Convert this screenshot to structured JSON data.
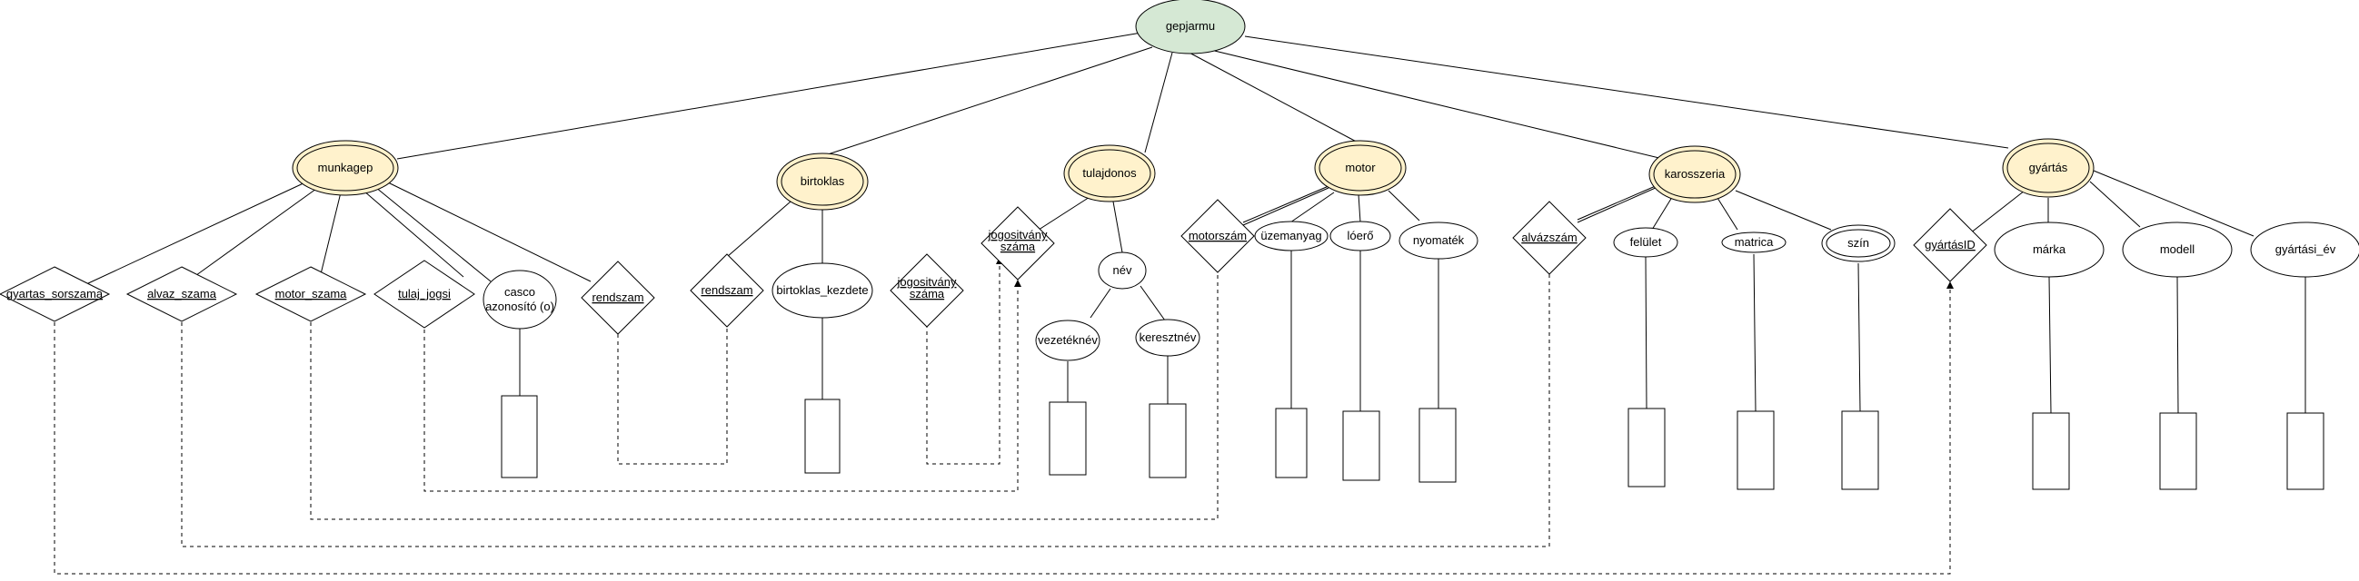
{
  "colors": {
    "root_fill": "#d5e8d4",
    "root_stroke": "#82b366",
    "entity_fill": "#fff2cc",
    "plain_fill": "#ffffff",
    "stroke": "#000000"
  },
  "root": {
    "label": "gepjarmu"
  },
  "entities": [
    {
      "id": "munkagep",
      "label": "munkagep"
    },
    {
      "id": "birtoklas",
      "label": "birtoklas"
    },
    {
      "id": "tulajdonos",
      "label": "tulajdonos"
    },
    {
      "id": "motor",
      "label": "motor"
    },
    {
      "id": "karosszeria",
      "label": "karosszeria"
    },
    {
      "id": "gyartas",
      "label": "gyártás"
    }
  ],
  "keys": [
    {
      "id": "gyartas_sorszama",
      "label": "gyartas_sorszama",
      "underline": true
    },
    {
      "id": "alvaz_szama",
      "label": "alvaz_szama",
      "underline": true
    },
    {
      "id": "motor_szama",
      "label": "motor_szama",
      "underline": true
    },
    {
      "id": "tulaj_jogsi",
      "label": "tulaj_jogsi",
      "underline": true
    },
    {
      "id": "rendszam_pk",
      "label": "rendszam",
      "underline": true
    },
    {
      "id": "rendszam_fk",
      "label": "rendszam",
      "underline": true
    },
    {
      "id": "jogositvany_1",
      "label": "jogositvány száma",
      "underline": true
    },
    {
      "id": "jogositvany_2",
      "label": "jogositvány száma",
      "underline": true
    },
    {
      "id": "motorszam",
      "label": "motorszám",
      "underline": true
    },
    {
      "id": "alvazszam",
      "label": "alvázszám",
      "underline": true
    },
    {
      "id": "gyartasid",
      "label": "gyártásID",
      "underline": true
    }
  ],
  "attributes": [
    {
      "id": "casco",
      "label": "casco azonosító (o)"
    },
    {
      "id": "birtoklas_kezdete",
      "label": "birtoklas_kezdete"
    },
    {
      "id": "nev",
      "label": "név"
    },
    {
      "id": "vezeteknev",
      "label": "vezetéknév"
    },
    {
      "id": "keresztnev",
      "label": "keresztnév"
    },
    {
      "id": "uzemanyag",
      "label": "üzemanyag"
    },
    {
      "id": "loero",
      "label": "lóerő"
    },
    {
      "id": "nyomatek",
      "label": "nyomaték"
    },
    {
      "id": "felulet",
      "label": "felület"
    },
    {
      "id": "matrica",
      "label": "matrica"
    },
    {
      "id": "szin",
      "label": "szín",
      "multivalued": true
    },
    {
      "id": "marka",
      "label": "márka"
    },
    {
      "id": "modell",
      "label": "modell"
    },
    {
      "id": "gyartasi_ev",
      "label": "gyártási_év"
    }
  ]
}
